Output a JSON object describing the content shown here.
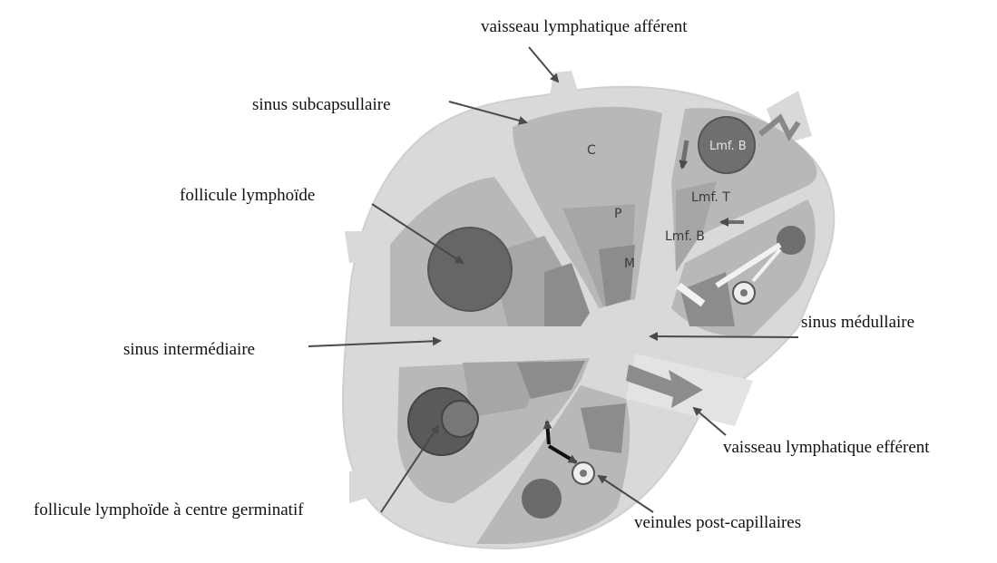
{
  "labels": {
    "afferent": "vaisseau lymphatique afférent",
    "subcapsular": "sinus subcapsullaire",
    "follicle": "follicule lymphoïde",
    "intermediate": "sinus intermédiaire",
    "medullary": "sinus médullaire",
    "efferent": "vaisseau lymphatique efférent",
    "germinal": "follicule lymphoïde à centre germinatif",
    "hev": "veinules post-capillaires"
  },
  "regions": {
    "cortex": "C",
    "paracortex": "P",
    "medulla": "M",
    "lymph_b_upper": "Lmf. B",
    "lymph_t": "Lmf. T",
    "lymph_b_lower": "Lmf. B"
  },
  "colors": {
    "capsule": "#d9d9d9",
    "cortex_light": "#b8b8b8",
    "cortex_mid": "#a6a6a6",
    "medulla_dark": "#8c8c8c",
    "follicle": "#666666",
    "arrow": "#4a4a4a"
  }
}
